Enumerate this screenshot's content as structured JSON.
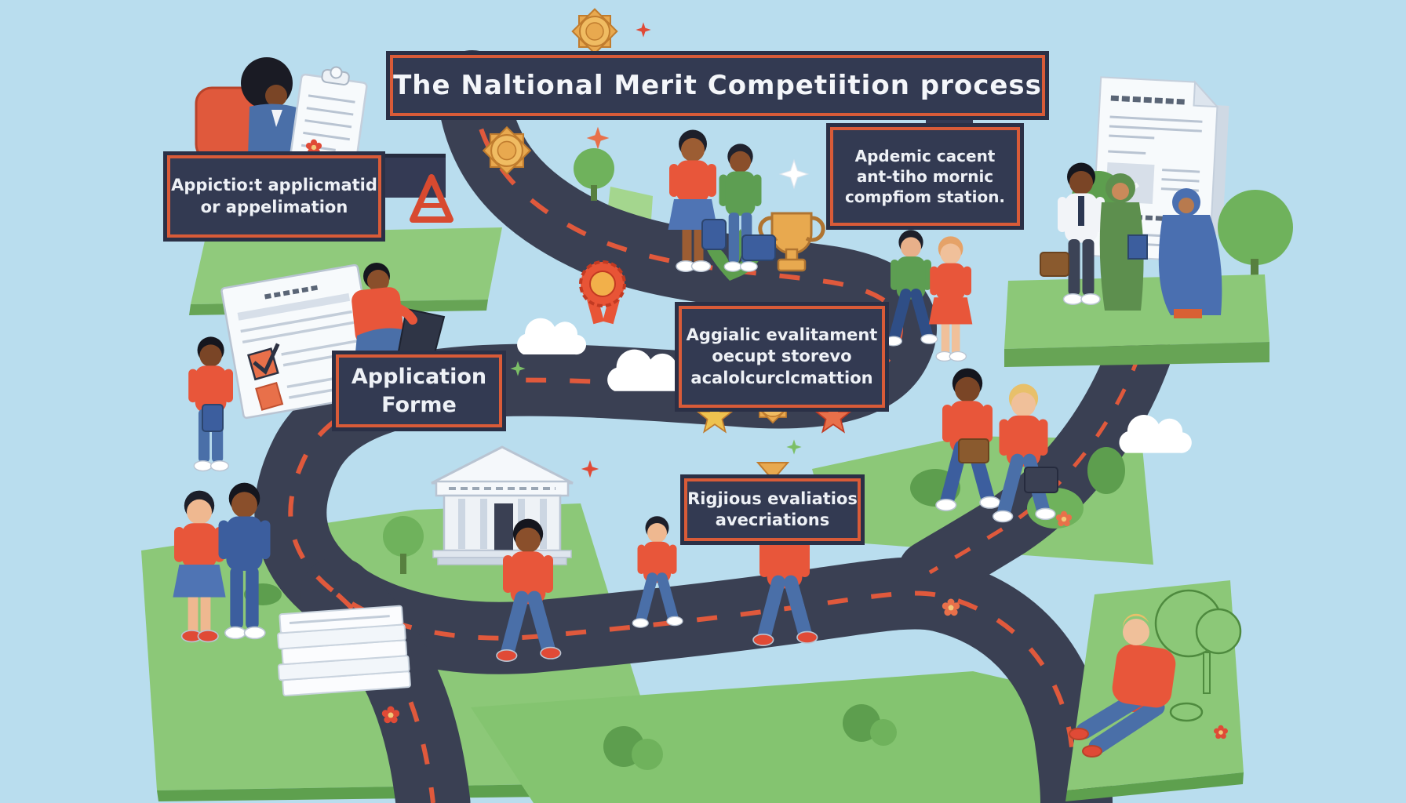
{
  "page_title": "The  Naltional Merit Competiition process",
  "boxes": {
    "application_received": {
      "line1": "Appictio:t applicmatid",
      "line2": "or appelimation"
    },
    "academic_transcript": {
      "line1": "Apdemic cacent",
      "line2": "ant-tiho mornic",
      "line3": "compfiom station."
    },
    "semifinalist_evaluation": {
      "line1": "Aggialic evalitament",
      "line2": "oecupt storevo",
      "line3": "acalolcurclcmattion"
    },
    "application_forms": {
      "line1": "Application",
      "line2": "Forme"
    },
    "rigorous_evaluations": {
      "line1": "Rigjious evaliatios",
      "line2": "avecriations"
    }
  },
  "colors": {
    "sky": "#b9ddee",
    "road": "#3a4053",
    "road_dash": "#e0593c",
    "grass": "#8cc878",
    "grass_edge": "#67a455",
    "box_background": "#333a52",
    "box_border": "#d95b38",
    "box_text": "#eef1f6",
    "accent_red": "#e8563a",
    "gold": "#e8a94f"
  },
  "icons": [
    "trophy-icon",
    "sunburst-medal-icon",
    "rosette-medal-icon",
    "star-icon",
    "sparkle-icon",
    "cloud-icon",
    "tree-icon",
    "bush-icon",
    "flower-icon",
    "document-icon",
    "clipboard-icon",
    "checklist-icon",
    "paper-stack-icon",
    "building-icon",
    "down-arrow-icon",
    "award-marker-icon"
  ]
}
